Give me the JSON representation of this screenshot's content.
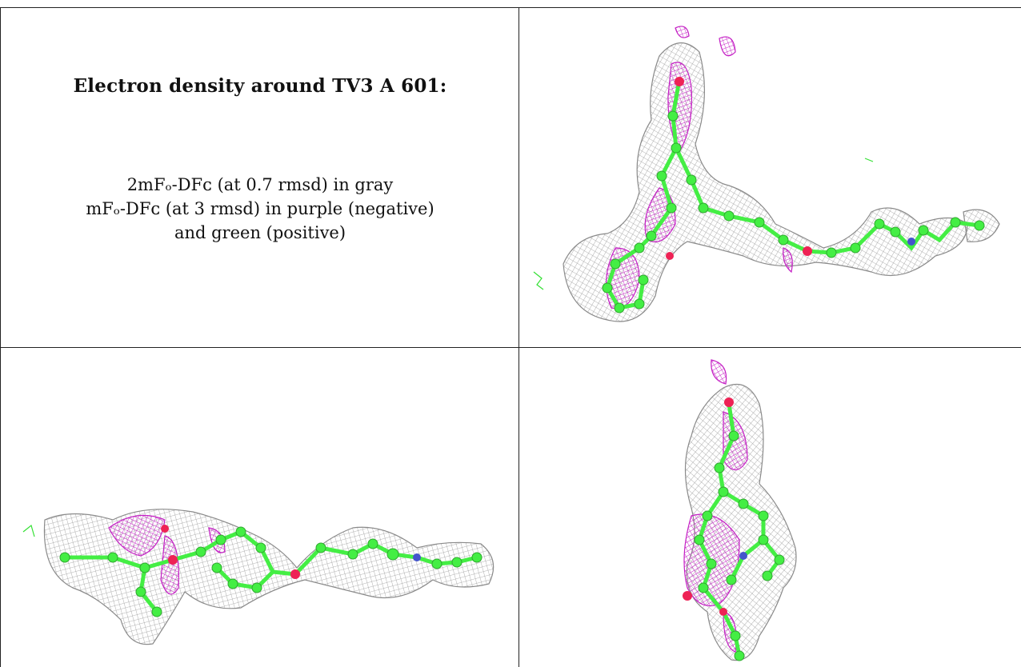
{
  "caption": {
    "title": "Electron density around TV3 A 601:",
    "line1": "2mFₒ-DFᴄ (at 0.7 rmsd) in gray",
    "line2": "mFₒ-DFᴄ (at 3 rmsd) in purple (negative)",
    "line3": "and green (positive)"
  },
  "colors": {
    "mesh_2fofc": "#9a9a9a",
    "mesh_negative": "#c41fc4",
    "mesh_positive": "#33e033",
    "carbon": "#44ee44",
    "oxygen": "#ee2255",
    "nitrogen": "#4455cc",
    "grid_line": "#222222"
  },
  "panels": [
    {
      "name": "view-top-right"
    },
    {
      "name": "view-bottom-left"
    },
    {
      "name": "view-bottom-right"
    }
  ]
}
